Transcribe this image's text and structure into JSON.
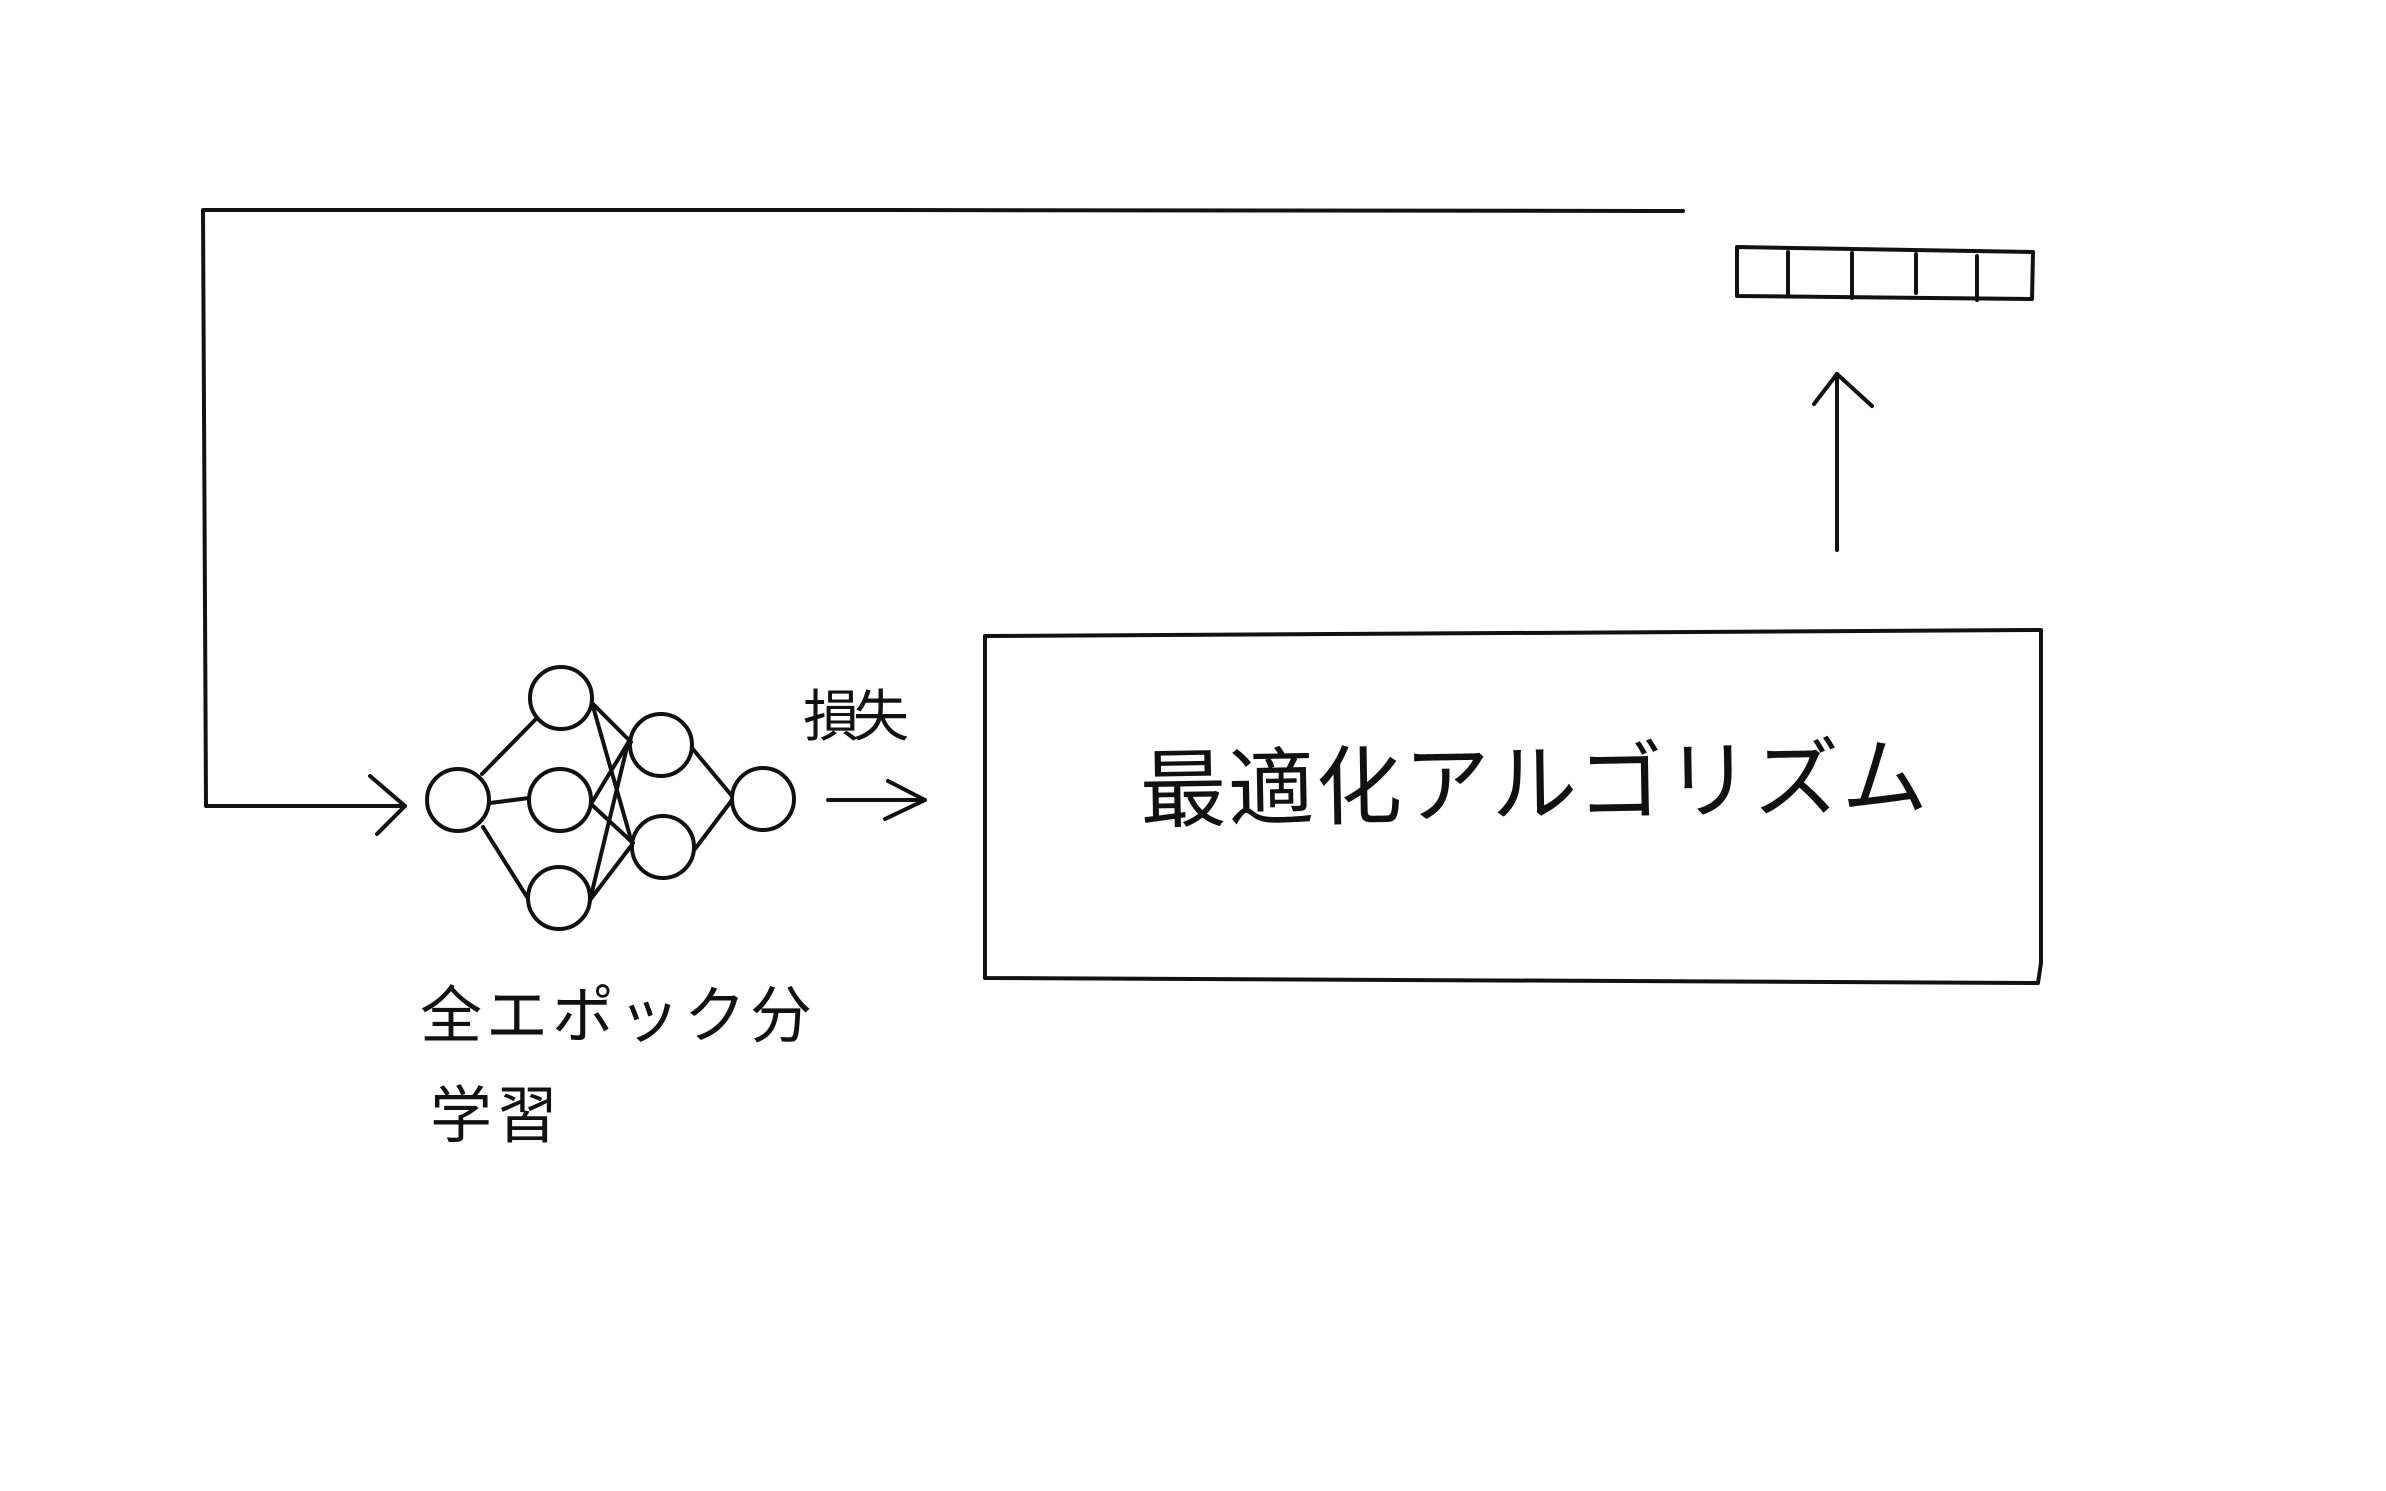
{
  "diagram": {
    "type": "flow",
    "style": "hand-drawn",
    "colors": {
      "stroke": "#111111",
      "background": "#ffffff"
    },
    "nodes": [
      {
        "id": "neural-network",
        "shape": "network",
        "layers": [
          1,
          3,
          2,
          1
        ]
      },
      {
        "id": "optimizer-box",
        "shape": "rectangle",
        "label": "最適化アルゴリズム"
      },
      {
        "id": "memory-array",
        "shape": "array",
        "cells": 5
      }
    ],
    "edges": [
      {
        "from": "neural-network",
        "to": "optimizer-box",
        "label": "損失"
      },
      {
        "from": "optimizer-box",
        "to": "memory-array",
        "label": ""
      },
      {
        "from": "memory-array",
        "to": "neural-network",
        "label": "",
        "route": "feedback-loop"
      }
    ]
  },
  "labels": {
    "loss": "損失",
    "optimizer": "最適化アルゴリズム",
    "epoch_line1": "全エポック分",
    "epoch_line2": "学習"
  }
}
